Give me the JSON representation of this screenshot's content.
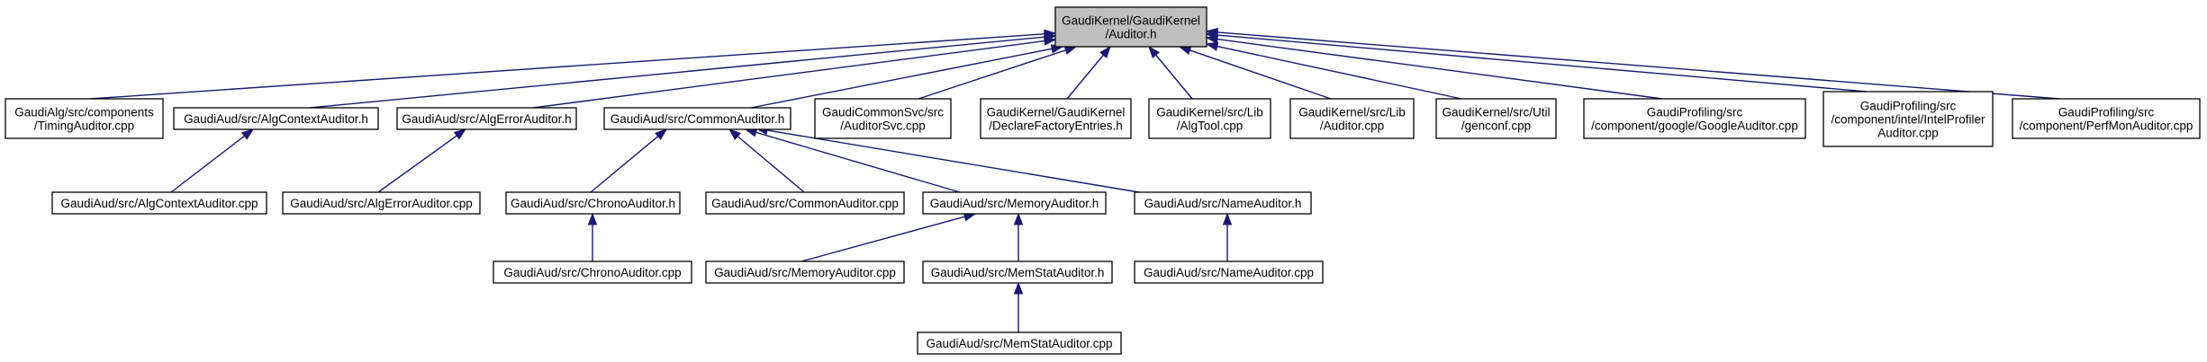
{
  "graph": {
    "nodes": [
      {
        "id": "root",
        "lines": [
          "GaudiKernel/GaudiKernel",
          "/Auditor.h"
        ],
        "highlighted": true
      },
      {
        "id": "timing",
        "lines": [
          "GaudiAlg/src/components",
          "/TimingAuditor.cpp"
        ]
      },
      {
        "id": "algctx_h",
        "lines": [
          "GaudiAud/src/AlgContextAuditor.h"
        ]
      },
      {
        "id": "algerr_h",
        "lines": [
          "GaudiAud/src/AlgErrorAuditor.h"
        ]
      },
      {
        "id": "common_h",
        "lines": [
          "GaudiAud/src/CommonAuditor.h"
        ]
      },
      {
        "id": "auditorsvc",
        "lines": [
          "GaudiCommonSvc/src",
          "/AuditorSvc.cpp"
        ]
      },
      {
        "id": "declarefactory",
        "lines": [
          "GaudiKernel/GaudiKernel",
          "/DeclareFactoryEntries.h"
        ]
      },
      {
        "id": "algtool",
        "lines": [
          "GaudiKernel/src/Lib",
          "/AlgTool.cpp"
        ]
      },
      {
        "id": "auditor_cpp",
        "lines": [
          "GaudiKernel/src/Lib",
          "/Auditor.cpp"
        ]
      },
      {
        "id": "genconf",
        "lines": [
          "GaudiKernel/src/Util",
          "/genconf.cpp"
        ]
      },
      {
        "id": "google",
        "lines": [
          "GaudiProfiling/src",
          "/component/google/GoogleAuditor.cpp"
        ]
      },
      {
        "id": "intel",
        "lines": [
          "GaudiProfiling/src",
          "/component/intel/IntelProfiler",
          "Auditor.cpp"
        ]
      },
      {
        "id": "perfmon",
        "lines": [
          "GaudiProfiling/src",
          "/component/PerfMonAuditor.cpp"
        ]
      },
      {
        "id": "algctx_cpp",
        "lines": [
          "GaudiAud/src/AlgContextAuditor.cpp"
        ]
      },
      {
        "id": "algerr_cpp",
        "lines": [
          "GaudiAud/src/AlgErrorAuditor.cpp"
        ]
      },
      {
        "id": "chrono_h",
        "lines": [
          "GaudiAud/src/ChronoAuditor.h"
        ]
      },
      {
        "id": "common_cpp",
        "lines": [
          "GaudiAud/src/CommonAuditor.cpp"
        ]
      },
      {
        "id": "memory_h",
        "lines": [
          "GaudiAud/src/MemoryAuditor.h"
        ]
      },
      {
        "id": "name_h",
        "lines": [
          "GaudiAud/src/NameAuditor.h"
        ]
      },
      {
        "id": "chrono_cpp",
        "lines": [
          "GaudiAud/src/ChronoAuditor.cpp"
        ]
      },
      {
        "id": "memory_cpp",
        "lines": [
          "GaudiAud/src/MemoryAuditor.cpp"
        ]
      },
      {
        "id": "memstat_h",
        "lines": [
          "GaudiAud/src/MemStatAuditor.h"
        ]
      },
      {
        "id": "name_cpp",
        "lines": [
          "GaudiAud/src/NameAuditor.cpp"
        ]
      },
      {
        "id": "memstat_cpp",
        "lines": [
          "GaudiAud/src/MemStatAuditor.cpp"
        ]
      }
    ],
    "edges": [
      {
        "from": "timing",
        "to": "root"
      },
      {
        "from": "algctx_h",
        "to": "root"
      },
      {
        "from": "algerr_h",
        "to": "root"
      },
      {
        "from": "common_h",
        "to": "root"
      },
      {
        "from": "auditorsvc",
        "to": "root"
      },
      {
        "from": "declarefactory",
        "to": "root"
      },
      {
        "from": "algtool",
        "to": "root"
      },
      {
        "from": "auditor_cpp",
        "to": "root"
      },
      {
        "from": "genconf",
        "to": "root"
      },
      {
        "from": "google",
        "to": "root"
      },
      {
        "from": "intel",
        "to": "root"
      },
      {
        "from": "perfmon",
        "to": "root"
      },
      {
        "from": "algctx_cpp",
        "to": "algctx_h"
      },
      {
        "from": "algerr_cpp",
        "to": "algerr_h"
      },
      {
        "from": "chrono_h",
        "to": "common_h"
      },
      {
        "from": "common_cpp",
        "to": "common_h"
      },
      {
        "from": "memory_h",
        "to": "common_h"
      },
      {
        "from": "name_h",
        "to": "common_h"
      },
      {
        "from": "chrono_cpp",
        "to": "chrono_h"
      },
      {
        "from": "memory_cpp",
        "to": "memory_h"
      },
      {
        "from": "memstat_h",
        "to": "memory_h"
      },
      {
        "from": "name_cpp",
        "to": "name_h"
      },
      {
        "from": "memstat_cpp",
        "to": "memstat_h"
      }
    ]
  }
}
